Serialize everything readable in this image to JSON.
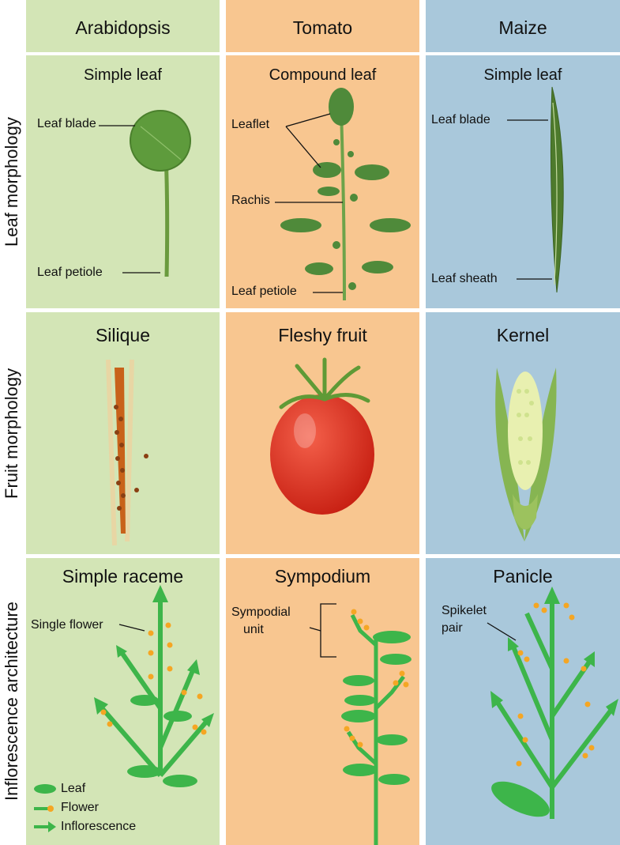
{
  "columns": [
    "Arabidopsis",
    "Tomato",
    "Maize"
  ],
  "rows": [
    "Leaf morphology",
    "Fruit morphology",
    "Inflorescence architecture"
  ],
  "leaf": {
    "arabidopsis": {
      "title": "Simple leaf",
      "blade": "Leaf blade",
      "petiole": "Leaf petiole"
    },
    "tomato": {
      "title": "Compound leaf",
      "leaflet": "Leaflet",
      "rachis": "Rachis",
      "petiole": "Leaf petiole"
    },
    "maize": {
      "title": "Simple leaf",
      "blade": "Leaf blade",
      "sheath": "Leaf sheath"
    }
  },
  "fruit": {
    "arabidopsis": "Silique",
    "tomato": "Fleshy fruit",
    "maize": "Kernel"
  },
  "inflorescence": {
    "arabidopsis": {
      "title": "Simple raceme",
      "label": "Single flower"
    },
    "tomato": {
      "title": "Sympodium",
      "label_line1": "Sympodial",
      "label_line2": "unit"
    },
    "maize": {
      "title": "Panicle",
      "label_line1": "Spikelet",
      "label_line2": "pair"
    }
  },
  "legend": {
    "leaf": "Leaf",
    "flower": "Flower",
    "inflorescence": "Inflorescence"
  },
  "colors": {
    "arabidopsis_bg": "#d3e5b6",
    "tomato_bg": "#f8c690",
    "maize_bg": "#a9c8db",
    "plant_green": "#3db54a",
    "flower_orange": "#f5a623"
  }
}
